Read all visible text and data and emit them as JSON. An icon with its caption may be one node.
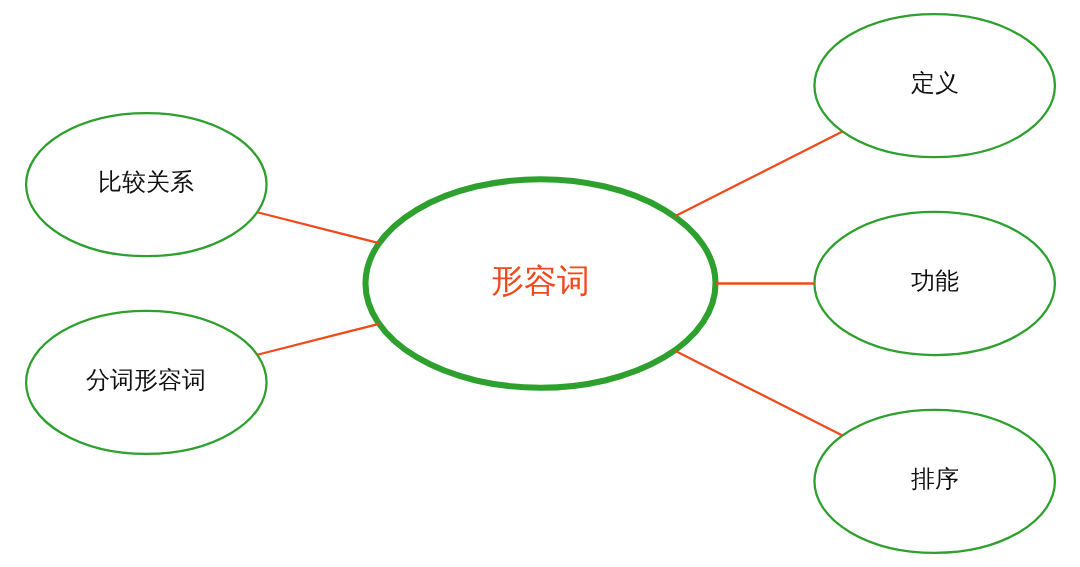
{
  "diagram": {
    "nodes": [
      {
        "text": [
          "形容词"
        ]
      },
      {
        "text": [
          "比较关系"
        ]
      },
      {
        "text": [
          "分词形容词"
        ]
      },
      {
        "text": [
          "定义"
        ]
      },
      {
        "text": [
          "功能"
        ]
      },
      {
        "text": [
          "排序"
        ]
      }
    ],
    "edges": [
      {
        "from": 0,
        "to": 1,
        "arrow": "none"
      },
      {
        "from": 0,
        "to": 2,
        "arrow": "none"
      },
      {
        "from": 0,
        "to": 3,
        "arrow": "none"
      },
      {
        "from": 0,
        "to": 4,
        "arrow": "none"
      },
      {
        "from": 0,
        "to": 5,
        "arrow": "none"
      }
    ]
  }
}
